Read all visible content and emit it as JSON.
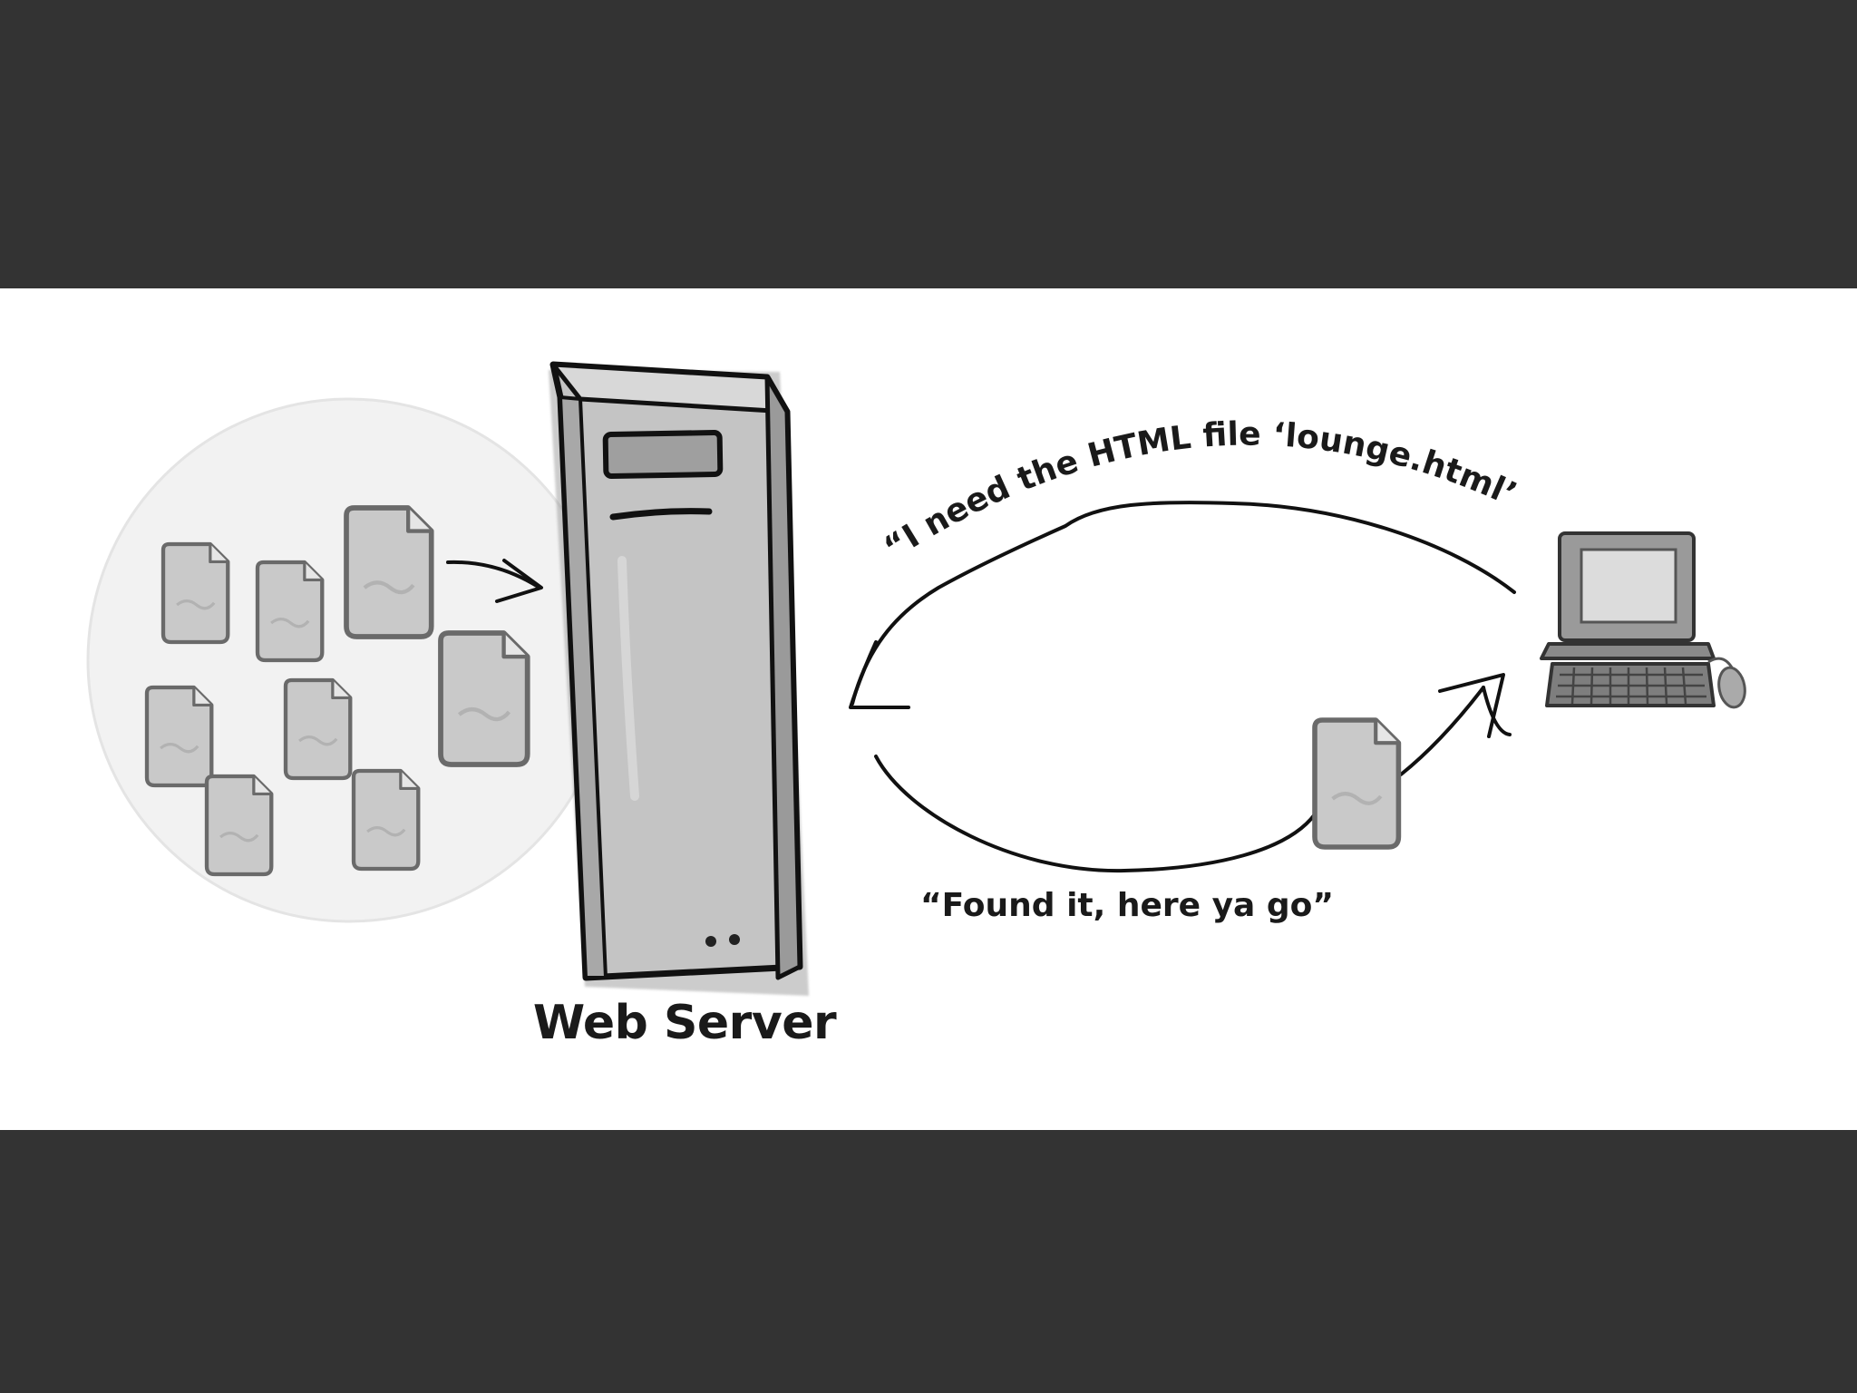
{
  "diagram": {
    "server_label": "Web Server",
    "request_text": "“I need the HTML file ‘lounge.html’”",
    "response_text": "“Found it, here ya go”"
  }
}
